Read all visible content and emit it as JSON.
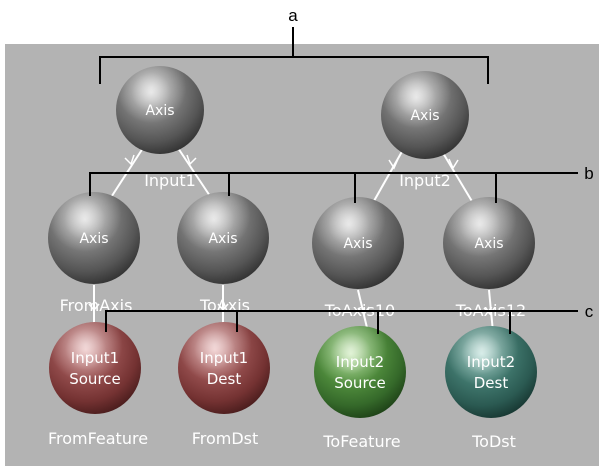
{
  "callouts": {
    "a": "a",
    "b": "b",
    "c": "c"
  },
  "colors": {
    "panel": "#b3b3b3",
    "gray_node": "#6a6a6a",
    "red_node": "#9a4e4e",
    "green_node": "#4e8a3c",
    "teal_node": "#3c6e66",
    "connector": "#ffffff",
    "bracket": "#000000"
  },
  "nodes": {
    "top_left": {
      "label": "Axis"
    },
    "top_right": {
      "label": "Axis"
    },
    "mid1": {
      "label": "Axis",
      "caption": "FromAxis"
    },
    "mid2": {
      "label": "Axis",
      "caption": "ToAxis"
    },
    "mid3": {
      "label": "Axis",
      "caption": "ToAxis10"
    },
    "mid4": {
      "label": "Axis",
      "caption": "ToAxis12"
    },
    "bot1": {
      "line1": "Input1",
      "line2": "Source",
      "caption": "FromFeature"
    },
    "bot2": {
      "line1": "Input1",
      "line2": "Dest",
      "caption": "FromDst"
    },
    "bot3": {
      "line1": "Input2",
      "line2": "Source",
      "caption": "ToFeature"
    },
    "bot4": {
      "line1": "Input2",
      "line2": "Dest",
      "caption": "ToDst"
    }
  },
  "edges": {
    "left": "Input1",
    "right": "Input2"
  }
}
